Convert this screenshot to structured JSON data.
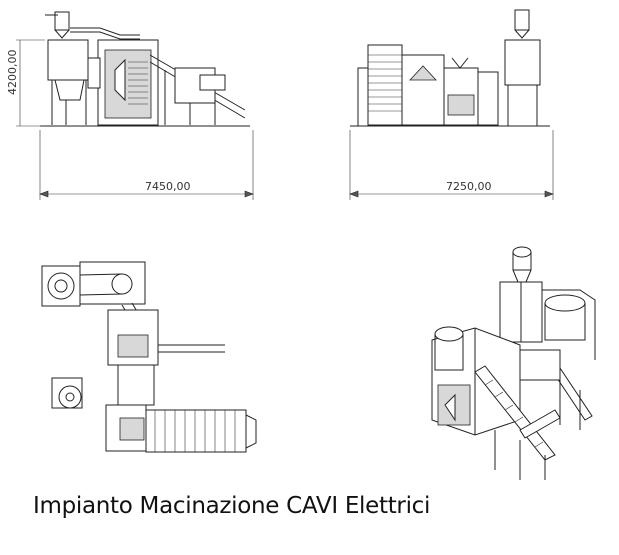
{
  "title": "Impianto Macinazione CAVI Elettrici",
  "dimensions": {
    "height_side": "4200,00",
    "length_side": "7450,00",
    "length_front": "7250,00"
  },
  "views": [
    "side-elevation",
    "front-elevation",
    "plan-view",
    "isometric-view"
  ]
}
